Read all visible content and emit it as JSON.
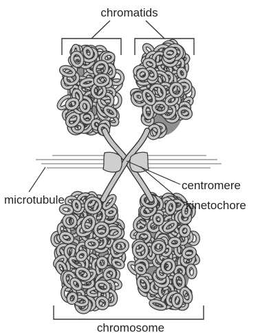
{
  "figure": {
    "labels": {
      "chromatids": "chromatids",
      "microtubule": "microtubule",
      "centromere": "centromere",
      "kinetochore": "kinetochore",
      "chromosome": "chromosome"
    },
    "colors": {
      "fiber_fill": "#c6c6c6",
      "fiber_shade": "#8f8f8f",
      "fiber_outline": "#3a3a3a",
      "kinetochore_fill": "#cfcfcf",
      "microtubule_line": "#9a9a9a",
      "leader_line": "#333333"
    }
  }
}
